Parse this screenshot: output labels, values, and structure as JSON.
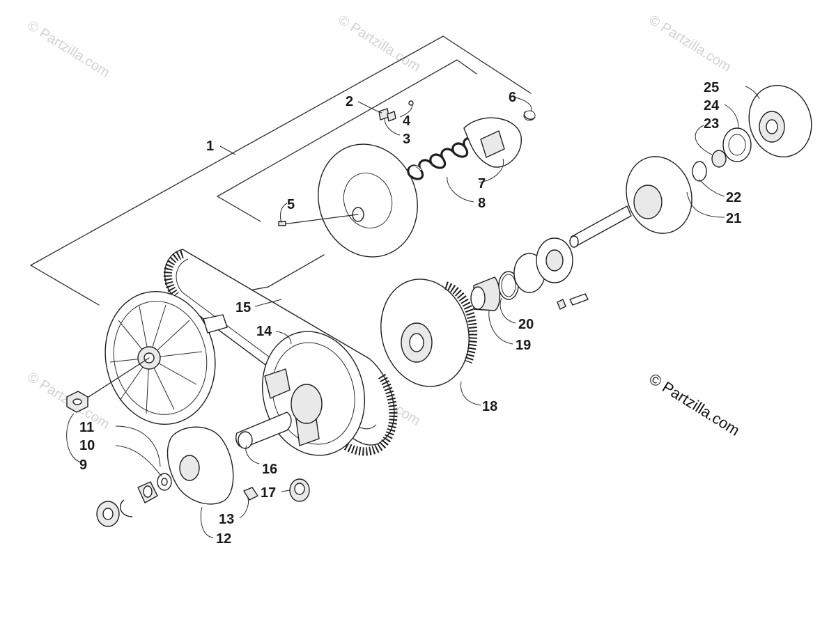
{
  "watermark": "© Partzilla.com",
  "copyright": "© Partzilla.com",
  "callouts": [
    {
      "id": "1",
      "label": "1"
    },
    {
      "id": "2",
      "label": "2"
    },
    {
      "id": "3",
      "label": "3"
    },
    {
      "id": "4",
      "label": "4"
    },
    {
      "id": "5",
      "label": "5"
    },
    {
      "id": "6",
      "label": "6"
    },
    {
      "id": "7",
      "label": "7"
    },
    {
      "id": "8",
      "label": "8"
    },
    {
      "id": "9",
      "label": "9"
    },
    {
      "id": "10",
      "label": "10"
    },
    {
      "id": "11",
      "label": "11"
    },
    {
      "id": "12",
      "label": "12"
    },
    {
      "id": "13",
      "label": "13"
    },
    {
      "id": "14",
      "label": "14"
    },
    {
      "id": "15",
      "label": "15"
    },
    {
      "id": "16",
      "label": "16"
    },
    {
      "id": "17",
      "label": "17"
    },
    {
      "id": "18",
      "label": "18"
    },
    {
      "id": "19",
      "label": "19"
    },
    {
      "id": "20",
      "label": "20"
    },
    {
      "id": "21",
      "label": "21"
    },
    {
      "id": "22",
      "label": "22"
    },
    {
      "id": "23",
      "label": "23"
    },
    {
      "id": "24",
      "label": "24"
    },
    {
      "id": "25",
      "label": "25"
    }
  ]
}
